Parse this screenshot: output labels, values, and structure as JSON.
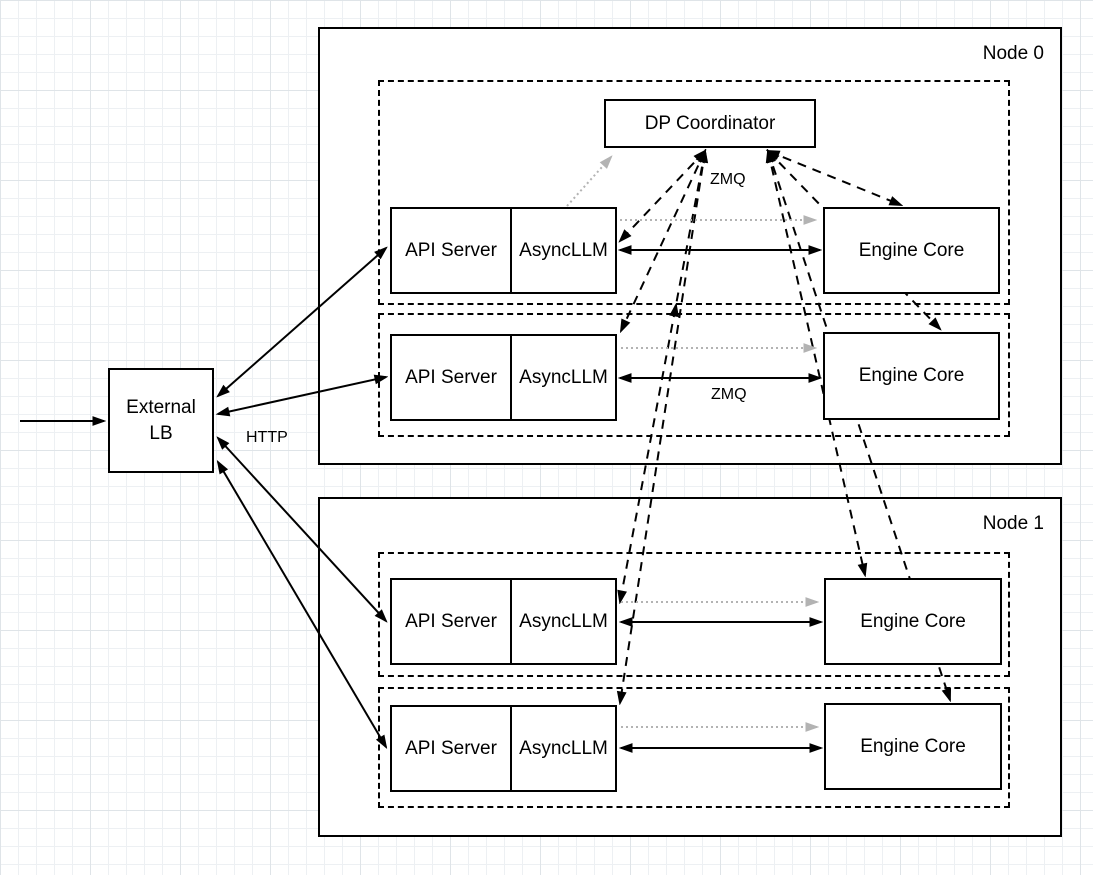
{
  "diagram": {
    "external_lb": {
      "line1": "External",
      "line2": "LB"
    },
    "dp_coordinator": {
      "label": "DP Coordinator"
    },
    "labels": {
      "http": "HTTP",
      "zmq_top": "ZMQ",
      "zmq_row": "ZMQ"
    },
    "nodes": [
      {
        "label": "Node 0",
        "rows": [
          {
            "api_server": "API Server",
            "async_llm": "AsyncLLM",
            "engine_core": "Engine Core"
          },
          {
            "api_server": "API Server",
            "async_llm": "AsyncLLM",
            "engine_core": "Engine Core"
          }
        ]
      },
      {
        "label": "Node 1",
        "rows": [
          {
            "api_server": "API Server",
            "async_llm": "AsyncLLM",
            "engine_core": "Engine Core"
          },
          {
            "api_server": "API Server",
            "async_llm": "AsyncLLM",
            "engine_core": "Engine Core"
          }
        ]
      }
    ],
    "colors": {
      "stroke": "#000000",
      "muted_connector": "#b3b3b3",
      "box_fill": "#ffffff",
      "grid_minor": "#edf0f3",
      "grid_major": "#dfe4e8"
    }
  }
}
